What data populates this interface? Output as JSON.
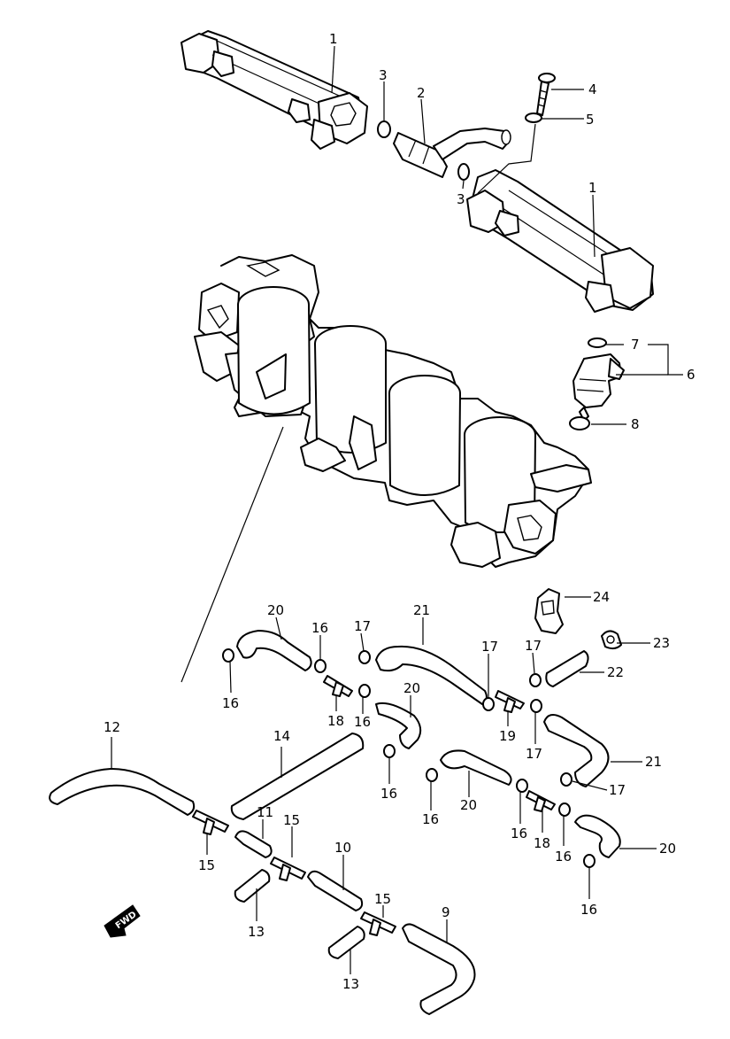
{
  "labels": {
    "p1a": "1",
    "p1b": "1",
    "p2": "2",
    "p3a": "3",
    "p3b": "3",
    "p4": "4",
    "p5": "5",
    "p6": "6",
    "p7": "7",
    "p8": "8",
    "p9": "9",
    "p10": "10",
    "p11": "11",
    "p12": "12",
    "p13a": "13",
    "p13b": "13",
    "p14": "14",
    "p15a": "15",
    "p15b": "15",
    "p15c": "15",
    "p16a": "16",
    "p16b": "16",
    "p16c": "16",
    "p16d": "16",
    "p16e": "16",
    "p16f": "16",
    "p16g": "16",
    "p17a": "17",
    "p17b": "17",
    "p17c": "17",
    "p17d": "17",
    "p17e": "17",
    "p18a": "18",
    "p18b": "18",
    "p19": "19",
    "p20a": "20",
    "p20b": "20",
    "p20c": "20",
    "p20d": "20",
    "p21a": "21",
    "p21b": "21",
    "p22": "22",
    "p23": "23",
    "p24": "24"
  },
  "fwd_label": "FWD"
}
